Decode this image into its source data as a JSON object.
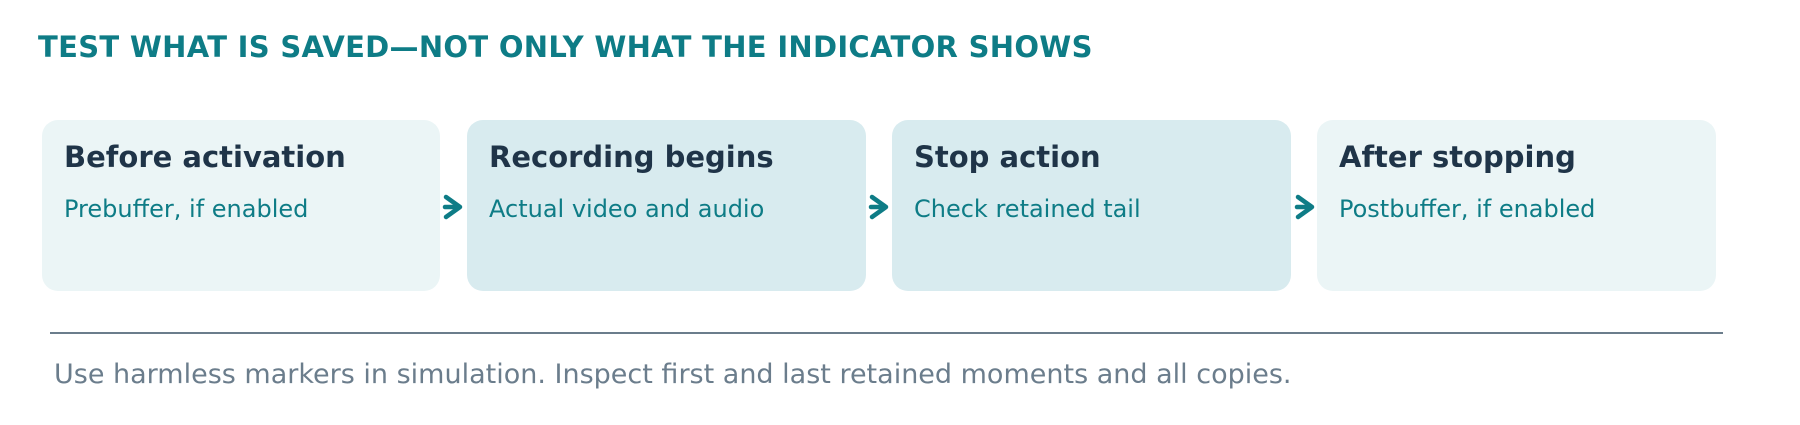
{
  "title": "TEST WHAT IS SAVED—NOT ONLY WHAT THE INDICATOR SHOWS",
  "steps": [
    {
      "title": "Before activation",
      "description": "Prebuffer, if enabled"
    },
    {
      "title": "Recording begins",
      "description": "Actual video and audio"
    },
    {
      "title": "Stop action",
      "description": "Check retained tail"
    },
    {
      "title": "After stopping",
      "description": "Postbuffer, if enabled"
    }
  ],
  "note": "Use harmless markers in simulation. Inspect first and last retained moments and all copies.",
  "colors": {
    "accent": "#0e7c86",
    "heading": "#1f3448",
    "muted": "#6b7d8c",
    "box_light": "#ebf5f6",
    "box_mid": "#d8ebef"
  },
  "icons": {
    "connector": "arrow-right-icon"
  }
}
